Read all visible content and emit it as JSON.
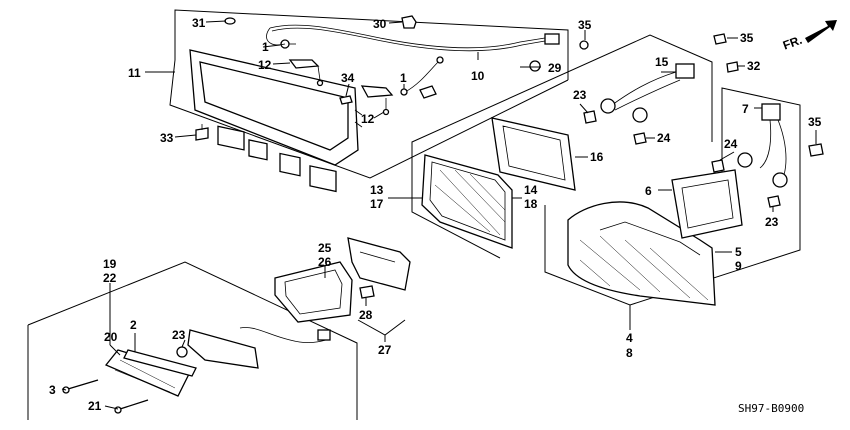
{
  "diagram_code": "SH97-B0900",
  "direction_label": "FR.",
  "callouts": {
    "c31": "31",
    "c30": "30",
    "c35a": "35",
    "c1a": "1",
    "c12a": "12",
    "c11": "11",
    "c34": "34",
    "c1b": "1",
    "c12b": "12",
    "c10": "10",
    "c29": "29",
    "c33": "33",
    "c35b": "35",
    "c32": "32",
    "c15": "15",
    "c23a": "23",
    "c24a": "24",
    "c16": "16",
    "c7": "7",
    "c24b": "24",
    "c35c": "35",
    "c23b": "23",
    "c6": "6",
    "c13": "13",
    "c17": "17",
    "c14": "14",
    "c18": "18",
    "c5": "5",
    "c9": "9",
    "c4": "4",
    "c8": "8",
    "c25": "25",
    "c26": "26",
    "c19": "19",
    "c22": "22",
    "c28": "28",
    "c27": "27",
    "c20": "20",
    "c2": "2",
    "c23c": "23",
    "c3": "3",
    "c21": "21"
  }
}
